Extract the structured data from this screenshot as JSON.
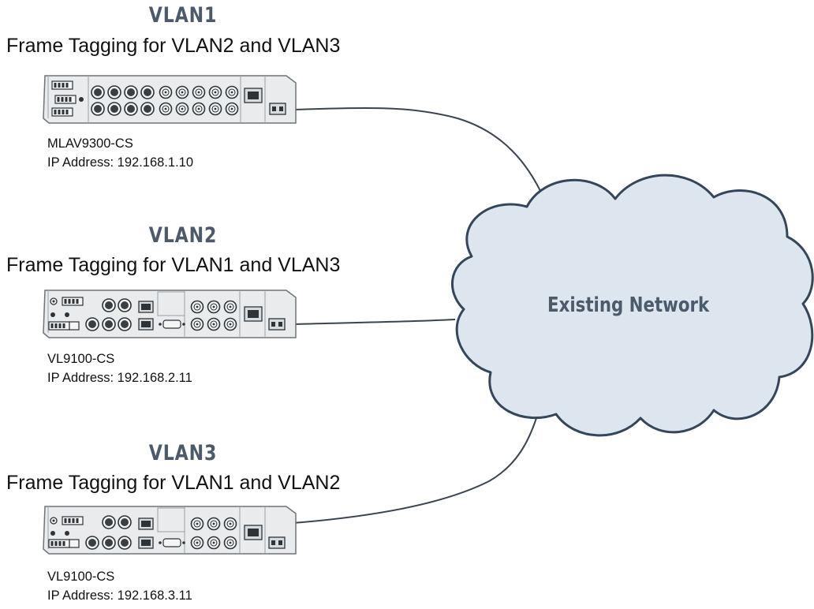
{
  "vlans": [
    {
      "title": "VLAN1",
      "subtitle": "Frame Tagging for VLAN2 and VLAN3",
      "device_model": "MLAV9300-CS",
      "ip_line": "IP Address: 192.168.1.10"
    },
    {
      "title": "VLAN2",
      "subtitle": "Frame Tagging for VLAN1 and VLAN3",
      "device_model": "VL9100-CS",
      "ip_line": "IP Address: 192.168.2.11"
    },
    {
      "title": "VLAN3",
      "subtitle": "Frame Tagging for VLAN1 and VLAN2",
      "device_model": "VL9100-CS",
      "ip_line": "IP Address: 192.168.3.11"
    }
  ],
  "network": {
    "label": "Existing Network"
  },
  "colors": {
    "cloud_fill": "#dde6ee",
    "cloud_stroke": "#34465a",
    "device_fill": "#e9ebec",
    "device_stroke": "#6f7479",
    "title_color": "#4c5a6a"
  }
}
